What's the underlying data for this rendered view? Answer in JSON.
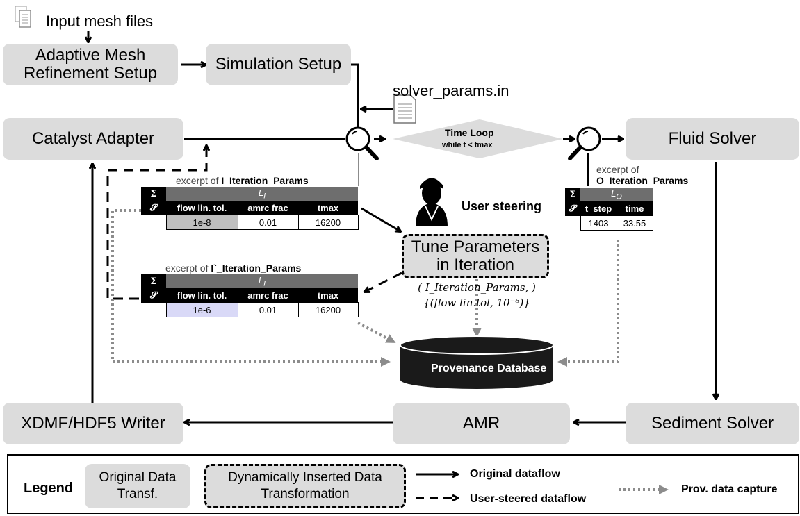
{
  "input_files_label": "Input mesh files",
  "solver_params_label": "solver_params.in",
  "nodes": {
    "amr_setup": "Adaptive Mesh Refinement Setup",
    "simulation_setup": "Simulation Setup",
    "catalyst_adapter": "Catalyst Adapter",
    "time_loop_title": "Time Loop",
    "time_loop_sub": "while t < tmax",
    "fluid_solver": "Fluid Solver",
    "tune_parameters": "Tune Parameters in Iteration",
    "user_steering": "User steering",
    "provenance_db": "Provenance Database",
    "xdmf_writer": "XDMF/HDF5 Writer",
    "amr": "AMR",
    "sediment_solver": "Sediment Solver"
  },
  "input_table": {
    "caption_prefix": "excerpt of",
    "caption_name": "I_Iteration_Params",
    "sigma": "Σ",
    "s": "𝓢",
    "l_label": "L",
    "l_sub": "I",
    "columns": [
      "flow lin. tol.",
      "amrc frac",
      "tmax"
    ],
    "row": [
      "1e-8",
      "0.01",
      "16200"
    ],
    "highlight_color": "#bfbfbf"
  },
  "steered_table": {
    "caption_prefix": "excerpt of",
    "caption_name": "I`_Iteration_Params",
    "sigma": "Σ",
    "s": "𝓢",
    "l_label": "L",
    "l_sub": "I",
    "columns": [
      "flow lin. tol.",
      "amrc frac",
      "tmax"
    ],
    "row": [
      "1e-6",
      "0.01",
      "16200"
    ],
    "highlight_color": "#d9d9f7"
  },
  "output_table": {
    "caption_prefix": "excerpt of",
    "caption_name": "O_Iteration_Params",
    "sigma": "Σ",
    "s": "𝓢",
    "l_label": "L",
    "l_sub": "O",
    "columns": [
      "t_step",
      "time"
    ],
    "row": [
      "1403",
      "33.55"
    ]
  },
  "steering_formula": {
    "line1": "I_Iteration_Params,",
    "line2": "{(flow lin.tol, 10⁻⁶)}"
  },
  "legend": {
    "title": "Legend",
    "original_box": "Original Data Transf.",
    "dynamic_box": "Dynamically Inserted Data Transformation",
    "original_dataflow": "Original dataflow",
    "steered_dataflow": "User-steered dataflow",
    "prov_capture": "Prov. data capture"
  },
  "colors": {
    "box_fill": "#dcdcdc",
    "db_fill": "#1a1a1a",
    "dotted": "#8c8c8c"
  },
  "icons": [
    "document-icon",
    "magnifier-icon",
    "user-icon",
    "database-icon"
  ]
}
